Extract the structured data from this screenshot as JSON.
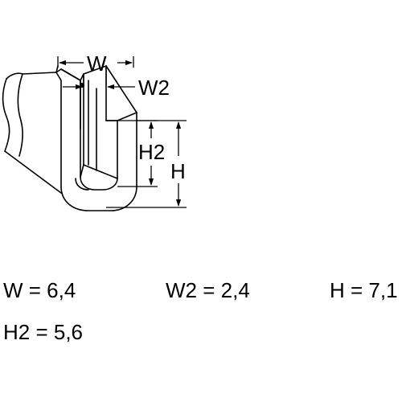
{
  "dimension_labels": {
    "width": "W",
    "slot_width": "W2",
    "height": "H",
    "slot_height": "H2"
  },
  "specs": {
    "w": "W = 6,4",
    "w2": "W2 = 2,4",
    "h": "H = 7,1",
    "h2": "H2 = 5,6"
  },
  "colors": {
    "line": "#000000",
    "background": "#ffffff"
  }
}
